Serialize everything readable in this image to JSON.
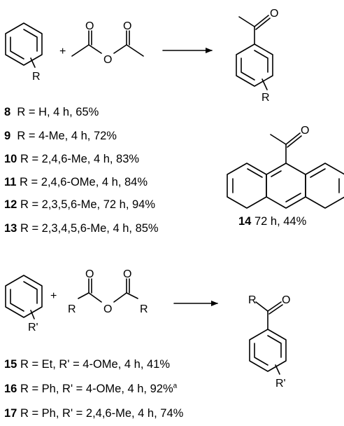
{
  "reaction1": {
    "plus": "+",
    "substituent_arene": "R",
    "carbonyl_o1": "O",
    "carbonyl_o2": "O",
    "bridge_o": "O",
    "product_o": "O",
    "product_substituent": "R"
  },
  "table1": [
    {
      "num": "8",
      "text": "R = H, 4 h, 65%"
    },
    {
      "num": "9",
      "text": "R = 4-Me, 4 h, 72%"
    },
    {
      "num": "10",
      "text": "R = 2,4,6-Me, 4 h, 83%"
    },
    {
      "num": "11",
      "text": "R = 2,4,6-OMe, 4 h, 84%"
    },
    {
      "num": "12",
      "text": "R = 2,3,5,6-Me, 72 h, 94%"
    },
    {
      "num": "13",
      "text": "R = 2,3,4,5,6-Me, 4 h, 85%"
    }
  ],
  "anthracene": {
    "o_label": "O",
    "num": "14",
    "text": "72 h, 44%"
  },
  "reaction2": {
    "plus": "+",
    "substituent_arene": "R'",
    "r_left": "R",
    "r_right": "R",
    "carbonyl_o1": "O",
    "carbonyl_o2": "O",
    "bridge_o": "O",
    "product_r": "R",
    "product_o": "O",
    "product_substituent": "R'"
  },
  "table2": [
    {
      "num": "15",
      "text": "R = Et,  R' = 4-OMe, 4 h, 41%",
      "note": ""
    },
    {
      "num": "16",
      "text": "R = Ph, R' = 4-OMe, 4 h, 92%",
      "note": "a"
    },
    {
      "num": "17",
      "text": "R = Ph, R' = 2,4,6-Me, 4 h, 74%",
      "note": ""
    }
  ]
}
